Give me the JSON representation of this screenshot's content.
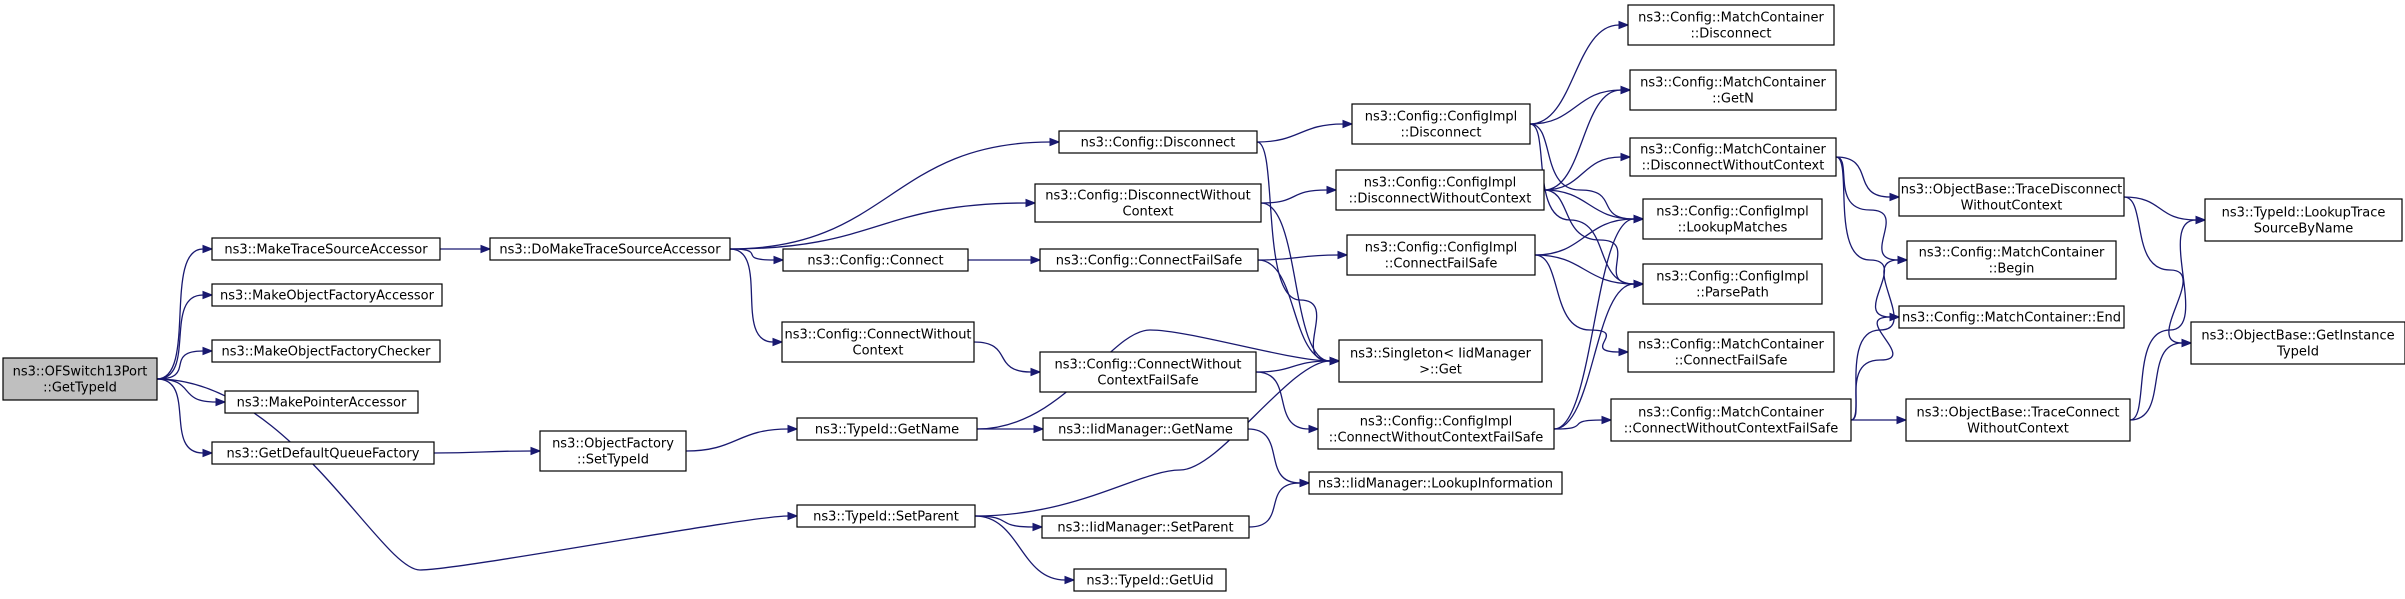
{
  "graph": {
    "nodes": [
      {
        "id": "root",
        "lines": [
          "ns3::OFSwitch13Port",
          "::GetTypeId"
        ],
        "root": true
      },
      {
        "id": "mtsa",
        "lines": [
          "ns3::MakeTraceSourceAccessor"
        ]
      },
      {
        "id": "mofa",
        "lines": [
          "ns3::MakeObjectFactoryAccessor"
        ]
      },
      {
        "id": "mofc",
        "lines": [
          "ns3::MakeObjectFactoryChecker"
        ]
      },
      {
        "id": "mpa",
        "lines": [
          "ns3::MakePointerAccessor"
        ]
      },
      {
        "id": "gdqf",
        "lines": [
          "ns3::GetDefaultQueueFactory"
        ]
      },
      {
        "id": "dmtsa",
        "lines": [
          "ns3::DoMakeTraceSourceAccessor"
        ]
      },
      {
        "id": "ofst",
        "lines": [
          "ns3::ObjectFactory",
          "::SetTypeId"
        ]
      },
      {
        "id": "cdis",
        "lines": [
          "ns3::Config::Disconnect"
        ]
      },
      {
        "id": "cdwc",
        "lines": [
          "ns3::Config::DisconnectWithout",
          "Context"
        ]
      },
      {
        "id": "ccon",
        "lines": [
          "ns3::Config::Connect"
        ]
      },
      {
        "id": "ccwc",
        "lines": [
          "ns3::Config::ConnectWithout",
          "Context"
        ]
      },
      {
        "id": "tgn",
        "lines": [
          "ns3::TypeId::GetName"
        ]
      },
      {
        "id": "tsp",
        "lines": [
          "ns3::TypeId::SetParent"
        ]
      },
      {
        "id": "ccfs",
        "lines": [
          "ns3::Config::ConnectFailSafe"
        ]
      },
      {
        "id": "ccwcfs",
        "lines": [
          "ns3::Config::ConnectWithout",
          "ContextFailSafe"
        ]
      },
      {
        "id": "imgn",
        "lines": [
          "ns3::IidManager::GetName"
        ]
      },
      {
        "id": "imsp",
        "lines": [
          "ns3::IidManager::SetParent"
        ]
      },
      {
        "id": "tgu",
        "lines": [
          "ns3::TypeId::GetUid"
        ]
      },
      {
        "id": "cid",
        "lines": [
          "ns3::Config::ConfigImpl",
          "::Disconnect"
        ]
      },
      {
        "id": "cidwc",
        "lines": [
          "ns3::Config::ConfigImpl",
          "::DisconnectWithoutContext"
        ]
      },
      {
        "id": "cicfs",
        "lines": [
          "ns3::Config::ConfigImpl",
          "::ConnectFailSafe"
        ]
      },
      {
        "id": "sget",
        "lines": [
          "ns3::Singleton< IidManager",
          " >::Get"
        ]
      },
      {
        "id": "cicwcfs",
        "lines": [
          "ns3::Config::ConfigImpl",
          "::ConnectWithoutContextFailSafe"
        ]
      },
      {
        "id": "imli",
        "lines": [
          "ns3::IidManager::LookupInformation"
        ]
      },
      {
        "id": "mcdis",
        "lines": [
          "ns3::Config::MatchContainer",
          "::Disconnect"
        ]
      },
      {
        "id": "mcgn",
        "lines": [
          "ns3::Config::MatchContainer",
          "::GetN"
        ]
      },
      {
        "id": "mcdwc",
        "lines": [
          "ns3::Config::MatchContainer",
          "::DisconnectWithoutContext"
        ]
      },
      {
        "id": "cilm",
        "lines": [
          "ns3::Config::ConfigImpl",
          "::LookupMatches"
        ]
      },
      {
        "id": "cipp",
        "lines": [
          "ns3::Config::ConfigImpl",
          "::ParsePath"
        ]
      },
      {
        "id": "mccfs",
        "lines": [
          "ns3::Config::MatchContainer",
          "::ConnectFailSafe"
        ]
      },
      {
        "id": "mccwcfs",
        "lines": [
          "ns3::Config::MatchContainer",
          "::ConnectWithoutContextFailSafe"
        ]
      },
      {
        "id": "obtdwc",
        "lines": [
          "ns3::ObjectBase::TraceDisconnect",
          "WithoutContext"
        ]
      },
      {
        "id": "mcbeg",
        "lines": [
          "ns3::Config::MatchContainer",
          "::Begin"
        ]
      },
      {
        "id": "mcend",
        "lines": [
          "ns3::Config::MatchContainer::End"
        ]
      },
      {
        "id": "obtcwc",
        "lines": [
          "ns3::ObjectBase::TraceConnect",
          "WithoutContext"
        ]
      },
      {
        "id": "tlts",
        "lines": [
          "ns3::TypeId::LookupTrace",
          "SourceByName"
        ]
      },
      {
        "id": "obgit",
        "lines": [
          "ns3::ObjectBase::GetInstance",
          "TypeId"
        ]
      }
    ],
    "edges": [
      [
        "root",
        "mtsa"
      ],
      [
        "root",
        "mofa"
      ],
      [
        "root",
        "mofc"
      ],
      [
        "root",
        "mpa"
      ],
      [
        "root",
        "gdqf"
      ],
      [
        "root",
        "tsp"
      ],
      [
        "mtsa",
        "dmtsa"
      ],
      [
        "dmtsa",
        "cdis"
      ],
      [
        "dmtsa",
        "cdwc"
      ],
      [
        "dmtsa",
        "ccon"
      ],
      [
        "dmtsa",
        "ccwc"
      ],
      [
        "gdqf",
        "ofst"
      ],
      [
        "ofst",
        "tgn"
      ],
      [
        "tgn",
        "imgn"
      ],
      [
        "tgn",
        "sget"
      ],
      [
        "tsp",
        "sget"
      ],
      [
        "tsp",
        "imsp"
      ],
      [
        "tsp",
        "tgu"
      ],
      [
        "imgn",
        "imli"
      ],
      [
        "imsp",
        "imli"
      ],
      [
        "cdis",
        "cid"
      ],
      [
        "cdis",
        "sget"
      ],
      [
        "cdwc",
        "cidwc"
      ],
      [
        "cdwc",
        "sget"
      ],
      [
        "ccon",
        "ccfs"
      ],
      [
        "ccfs",
        "cicfs"
      ],
      [
        "ccfs",
        "sget"
      ],
      [
        "ccwc",
        "ccwcfs"
      ],
      [
        "ccwcfs",
        "cicwcfs"
      ],
      [
        "ccwcfs",
        "sget"
      ],
      [
        "cid",
        "mcdis"
      ],
      [
        "cid",
        "mcgn"
      ],
      [
        "cid",
        "cilm"
      ],
      [
        "cid",
        "cipp"
      ],
      [
        "cidwc",
        "mcgn"
      ],
      [
        "cidwc",
        "mcdwc"
      ],
      [
        "cidwc",
        "cilm"
      ],
      [
        "cidwc",
        "cipp"
      ],
      [
        "cicfs",
        "cilm"
      ],
      [
        "cicfs",
        "cipp"
      ],
      [
        "cicfs",
        "mccfs"
      ],
      [
        "cicwcfs",
        "cilm"
      ],
      [
        "cicwcfs",
        "cipp"
      ],
      [
        "cicwcfs",
        "mccwcfs"
      ],
      [
        "mcdwc",
        "obtdwc"
      ],
      [
        "mcdwc",
        "mcbeg"
      ],
      [
        "mcdwc",
        "mcend"
      ],
      [
        "mccwcfs",
        "mcbeg"
      ],
      [
        "mccwcfs",
        "mcend"
      ],
      [
        "mccwcfs",
        "obtcwc"
      ],
      [
        "obtdwc",
        "tlts"
      ],
      [
        "obtdwc",
        "obgit"
      ],
      [
        "obtcwc",
        "tlts"
      ],
      [
        "obtcwc",
        "obgit"
      ]
    ]
  }
}
